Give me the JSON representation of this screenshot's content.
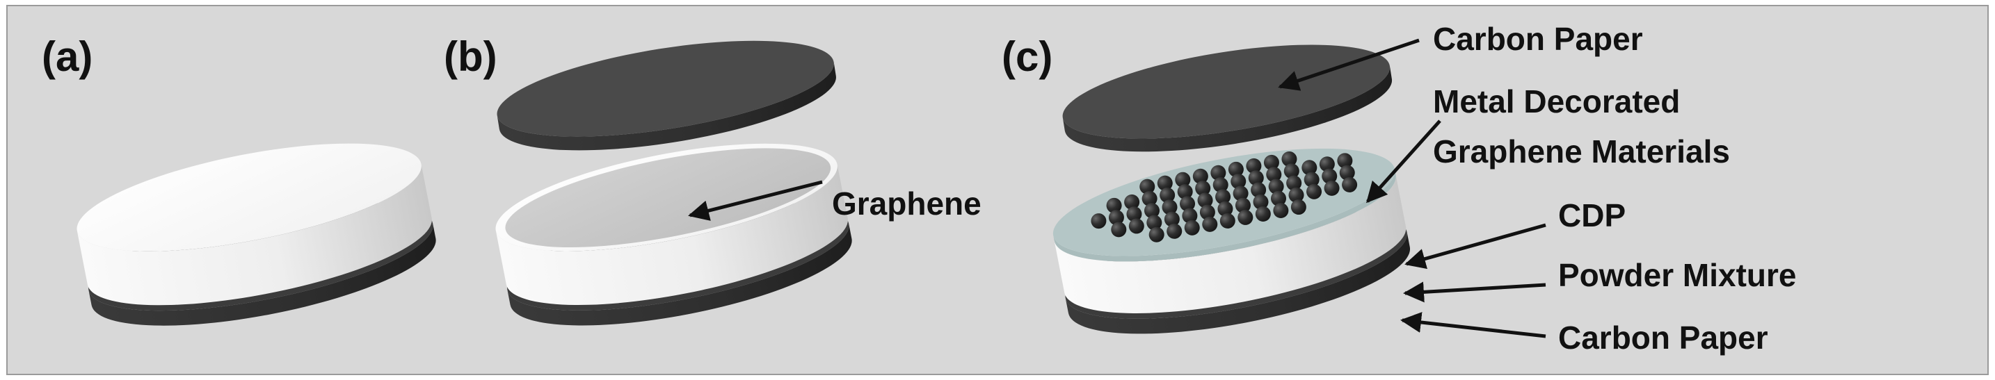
{
  "panels": {
    "a": "(a)",
    "b": "(b)",
    "c": "(c)"
  },
  "annotations": {
    "graphene": "Graphene",
    "carbon_paper_top": "Carbon Paper",
    "metal_line1": "Metal Decorated",
    "metal_line2": "Graphene Materials",
    "cdp": "CDP",
    "powder_mixture": "Powder Mixture",
    "carbon_paper_bottom": "Carbon Paper"
  },
  "colors": {
    "background": "#d8d8d8",
    "carbon_paper": "#4a4a4a",
    "powder_mixture": "#f4f4f4",
    "graphene": "#c9c9c9",
    "cdp_layer": "#b4c6c6",
    "metal_particles": "#2b2b2b"
  }
}
